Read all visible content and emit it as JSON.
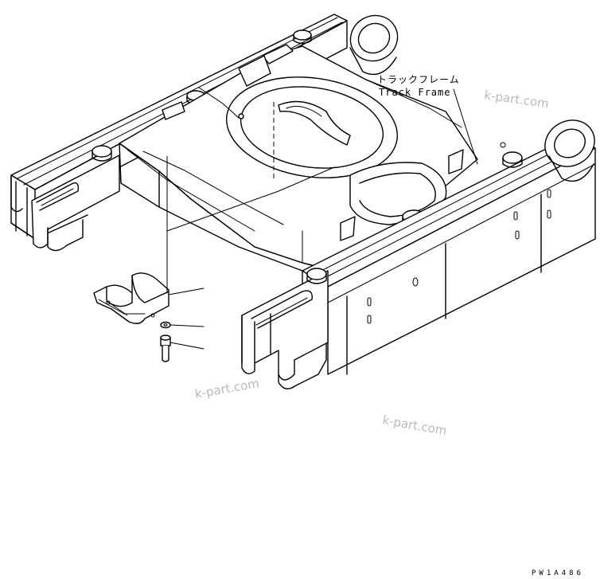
{
  "callout": {
    "jp": "トラックフレーム",
    "en": "Track Frame"
  },
  "watermark": "k-part.com",
  "drawing_code": "PW1A486"
}
